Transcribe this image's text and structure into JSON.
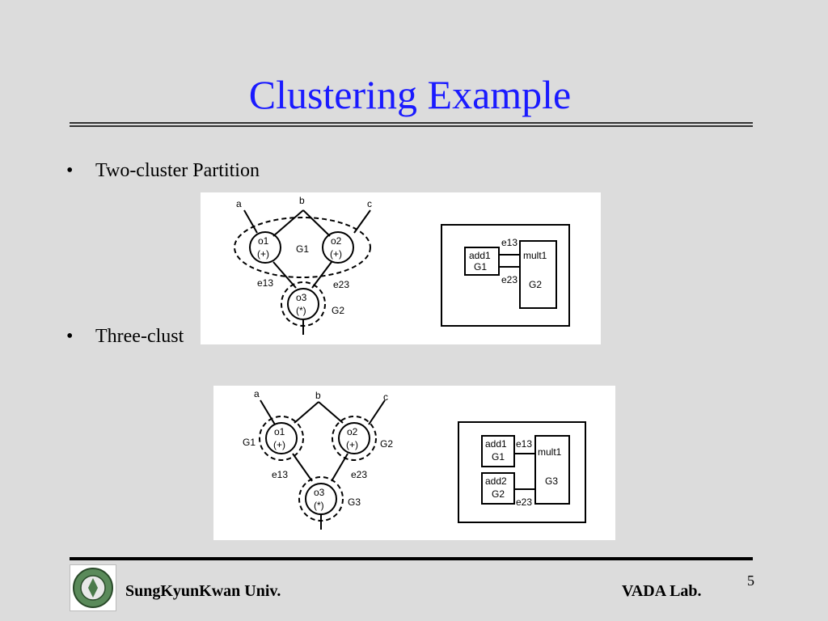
{
  "slide": {
    "title": "Clustering Example",
    "page_number": "5"
  },
  "bullets": [
    {
      "marker": "•",
      "text": "Two-cluster Partition"
    },
    {
      "marker": "•",
      "text": "Three-clust"
    }
  ],
  "figure1": {
    "inputs": [
      "a",
      "b",
      "c"
    ],
    "nodes": [
      {
        "name": "o1",
        "op": "(+)"
      },
      {
        "name": "o2",
        "op": "(+)"
      },
      {
        "name": "o3",
        "op": "(*)"
      }
    ],
    "clusters": [
      "G1",
      "G2"
    ],
    "edges": [
      "e13",
      "e23"
    ],
    "blocks": [
      {
        "label": "add1",
        "group": "G1"
      },
      {
        "label": "mult1",
        "group": "G2"
      }
    ]
  },
  "figure2": {
    "inputs": [
      "a",
      "b",
      "c"
    ],
    "nodes": [
      {
        "name": "o1",
        "op": "(+)"
      },
      {
        "name": "o2",
        "op": "(+)"
      },
      {
        "name": "o3",
        "op": "(*)"
      }
    ],
    "clusters": [
      "G1",
      "G2",
      "G3"
    ],
    "edges": [
      "e13",
      "e23"
    ],
    "blocks": [
      {
        "label": "add1",
        "group": "G1"
      },
      {
        "label": "add2",
        "group": "G2"
      },
      {
        "label": "mult1",
        "group": "G3"
      }
    ]
  },
  "footer": {
    "left": "SungKyunKwan Univ.",
    "right": "VADA Lab."
  },
  "colors": {
    "title": "#1a1aff",
    "background": "#dcdcdc"
  }
}
